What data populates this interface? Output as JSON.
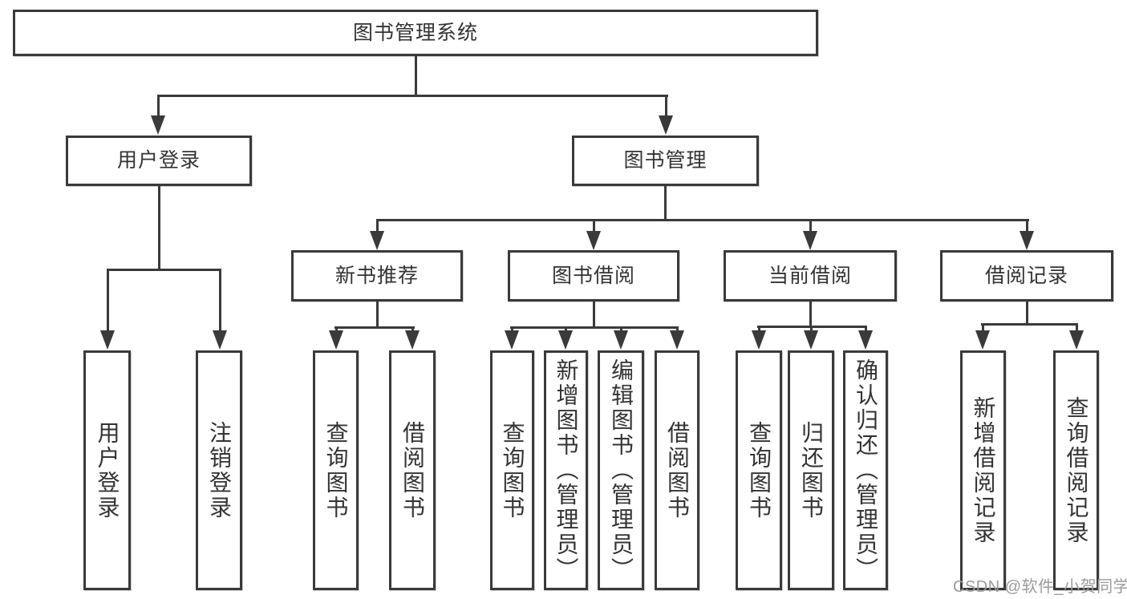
{
  "tree": {
    "root": {
      "label": "图书管理系统",
      "children": [
        {
          "label": "用户登录",
          "children": [
            {
              "label": "用户登录"
            },
            {
              "label": "注销登录"
            }
          ]
        },
        {
          "label": "图书管理",
          "children": [
            {
              "label": "新书推荐",
              "children": [
                {
                  "label": "查询图书"
                },
                {
                  "label": "借阅图书"
                }
              ]
            },
            {
              "label": "图书借阅",
              "children": [
                {
                  "label": "查询图书"
                },
                {
                  "label": "新增图书（管理员）"
                },
                {
                  "label": "编辑图书（管理员）"
                },
                {
                  "label": "借阅图书"
                }
              ]
            },
            {
              "label": "当前借阅",
              "children": [
                {
                  "label": "查询图书"
                },
                {
                  "label": "归还图书"
                },
                {
                  "label": "确认归还（管理员）"
                }
              ]
            },
            {
              "label": "借阅记录",
              "children": [
                {
                  "label": "新增借阅记录"
                },
                {
                  "label": "查询借阅记录"
                }
              ]
            }
          ]
        }
      ]
    }
  },
  "watermark": {
    "text": "CSDN @软件_小贺同学"
  },
  "colors": {
    "line": "#3a3a3a",
    "text": "#333333",
    "watermark": "#9b9b9b",
    "background": "#ffffff"
  }
}
